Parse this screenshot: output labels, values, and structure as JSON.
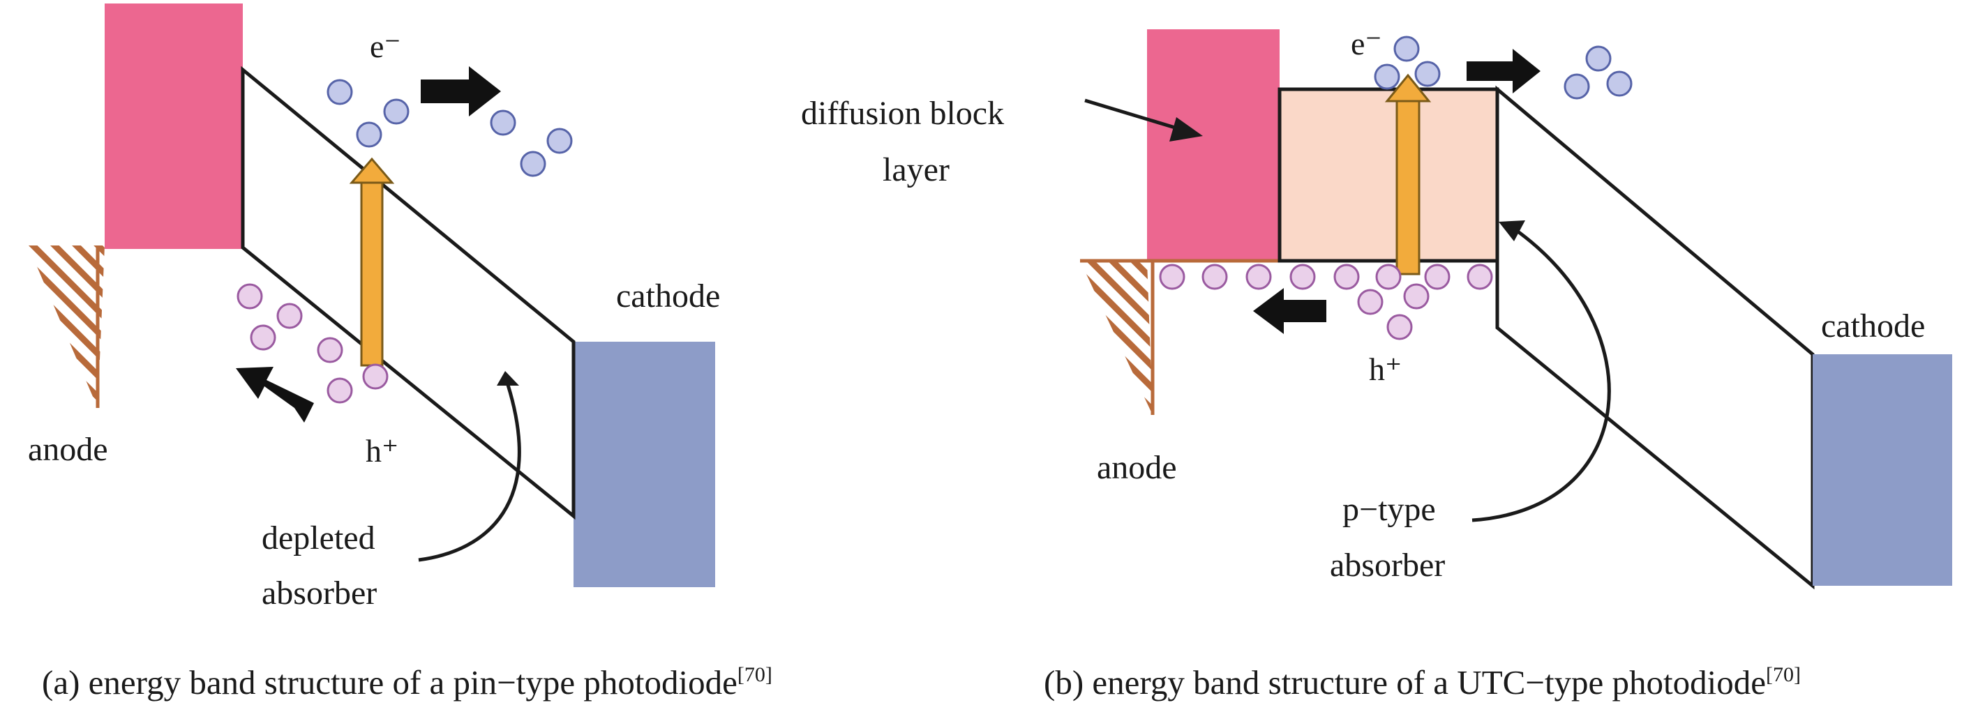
{
  "panel_a": {
    "labels": {
      "electron": "e⁻",
      "hole": "h⁺",
      "anode": "anode",
      "cathode": "cathode",
      "absorber_line1": "depleted",
      "absorber_line2": "absorber"
    },
    "caption": {
      "text": "(a) energy band structure of a pin−type photodiode",
      "ref": "[70]"
    }
  },
  "panel_b": {
    "labels": {
      "electron": "e⁻",
      "hole": "h⁺",
      "anode": "anode",
      "cathode": "cathode",
      "block_line1": "diffusion block",
      "block_line2": "layer",
      "absorber_line1": "p−type",
      "absorber_line2": "absorber"
    },
    "caption": {
      "text": "(b) energy band structure of a UTC−type photodiode",
      "ref": "[70]"
    }
  },
  "colors": {
    "anode_block": "#ec6790",
    "cathode_block": "#8d9cc8",
    "absorber_fill": "#fad8c8",
    "photon_arrow": "#f2ab3c",
    "electron": "#c3c9ea",
    "hole": "#ead0ea",
    "hatch": "#b86a3a"
  }
}
